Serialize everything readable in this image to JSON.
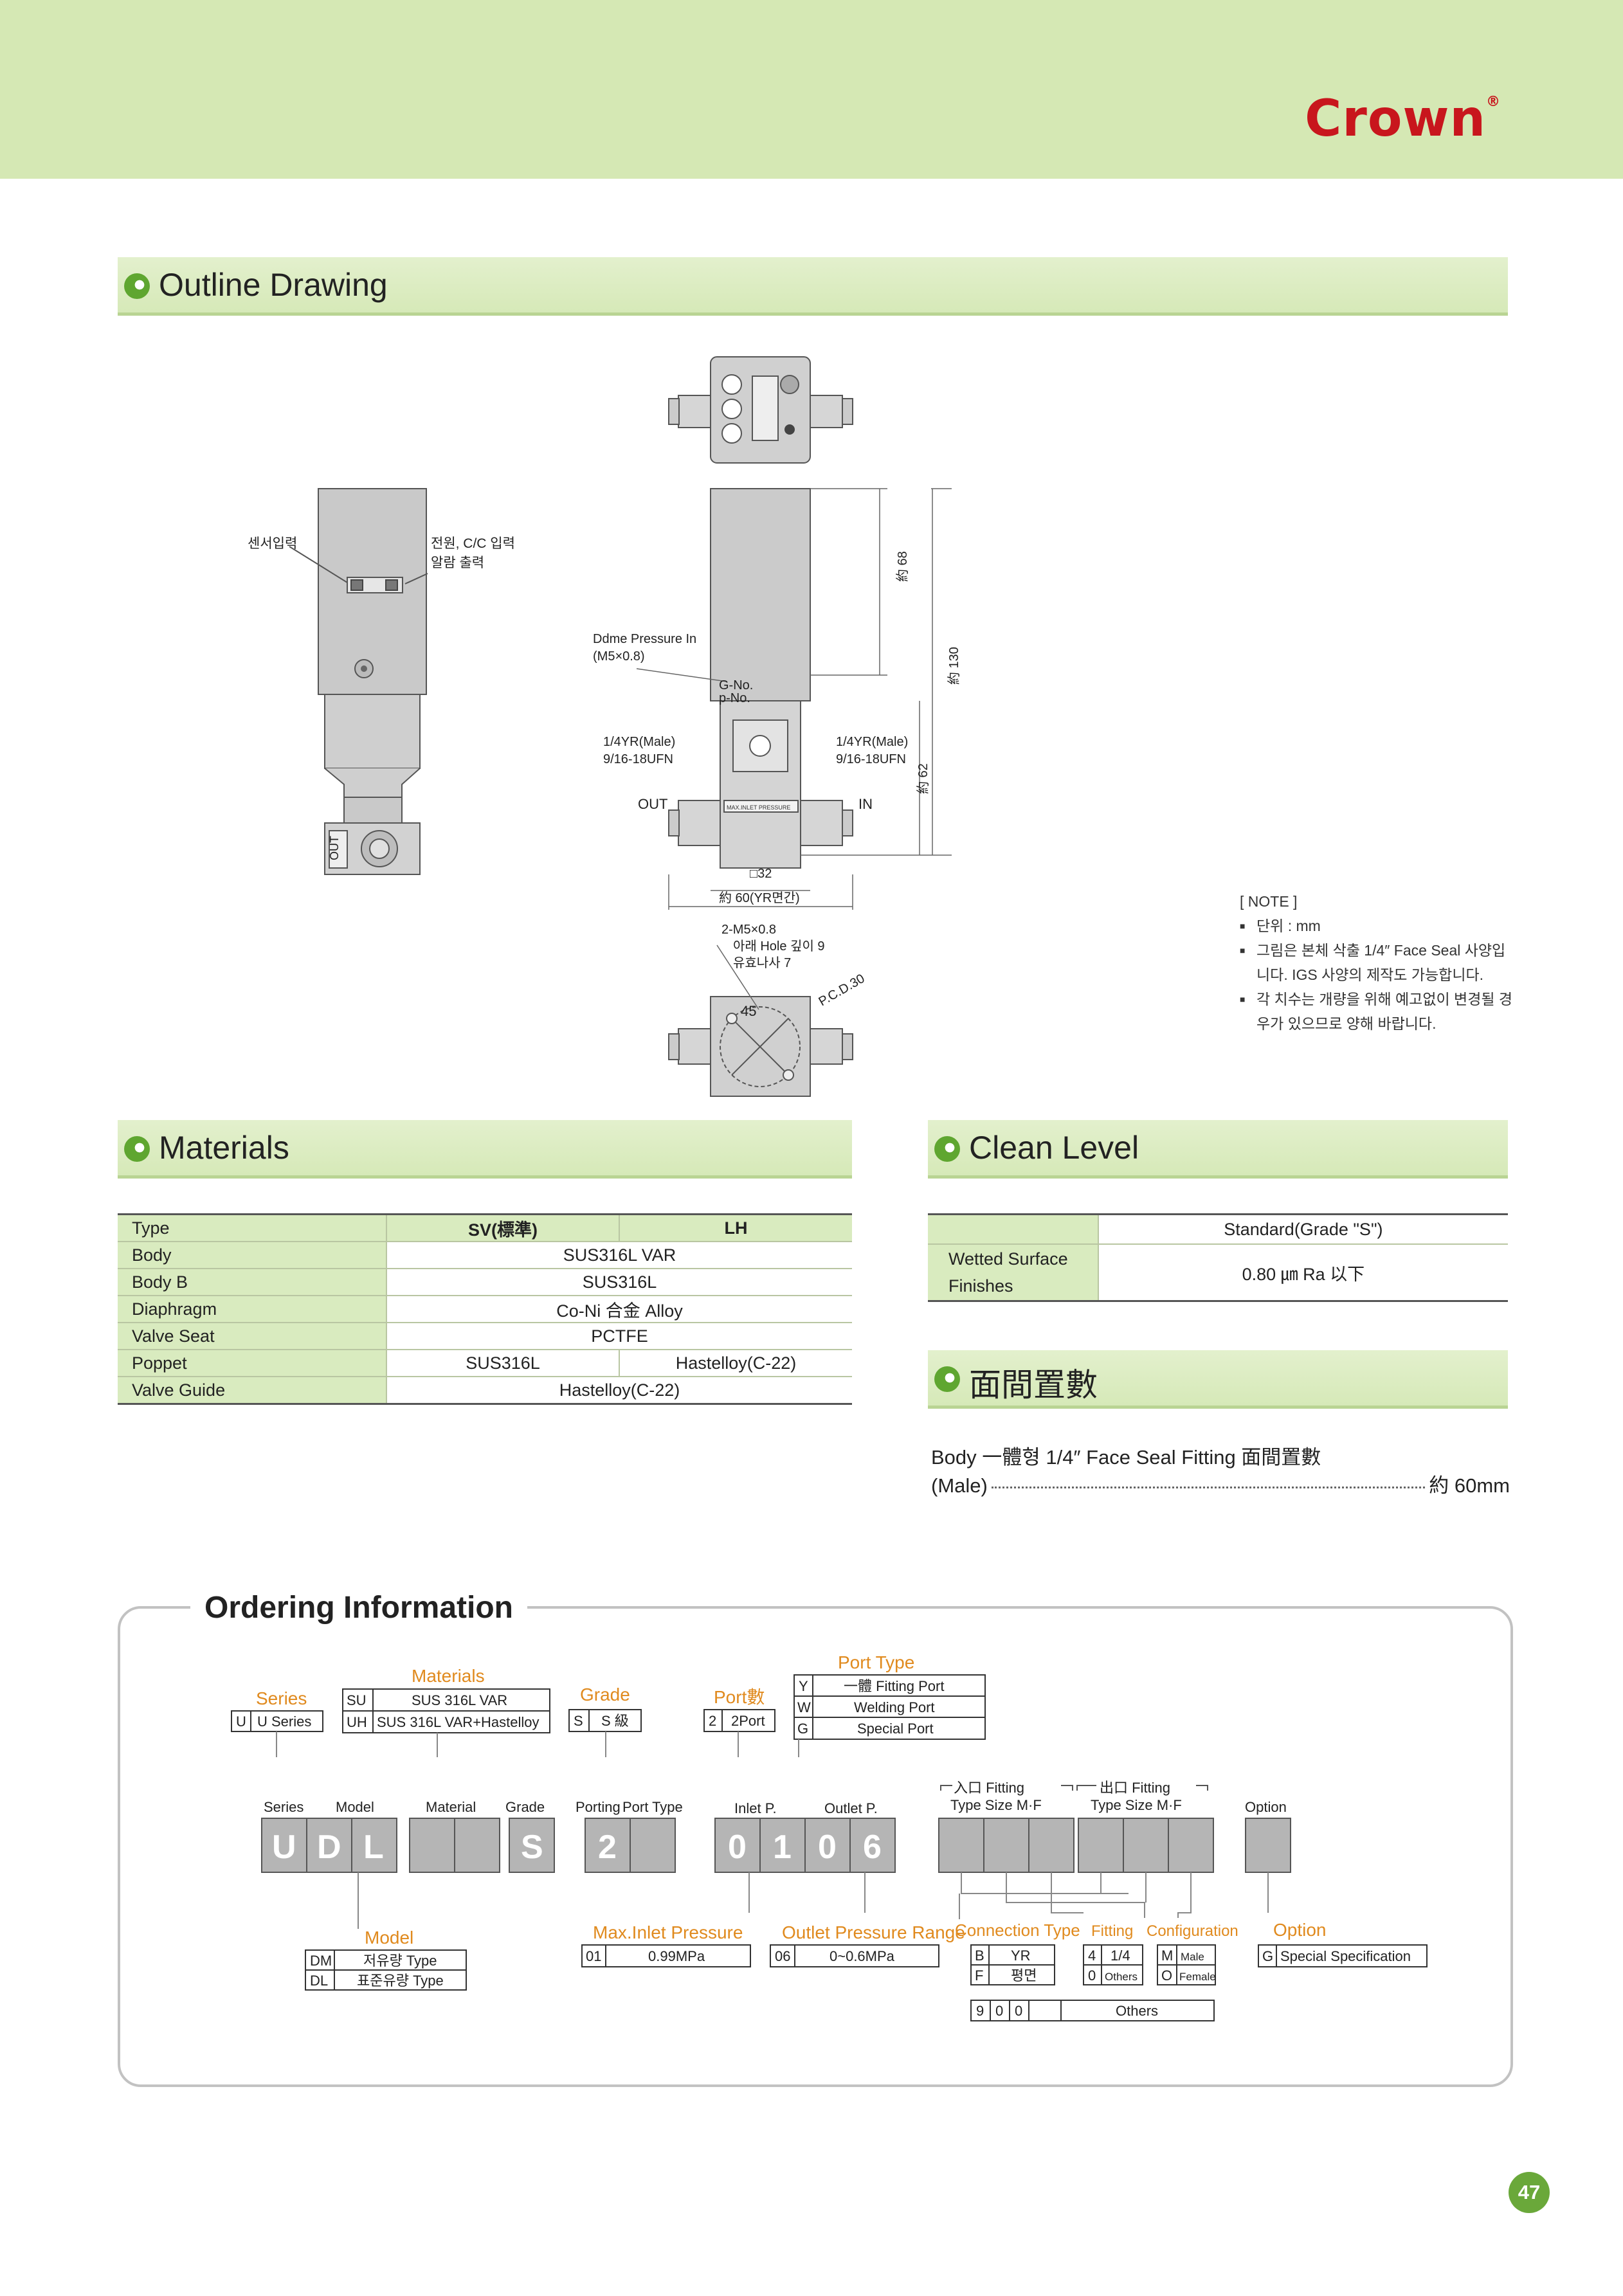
{
  "brand": {
    "name": "Crown",
    "registered": "®"
  },
  "sections": {
    "outline": "Outline Drawing",
    "materials": "Materials",
    "clean": "Clean Level",
    "f2f": "面間置數",
    "ordering": "Ordering Information"
  },
  "drawing": {
    "sensor_input": "센서입력",
    "power_cc_input": "전원, C/C 입력",
    "alarm_output": "알람 출력",
    "out_tag": "OUT",
    "dome_pressure": "Ddme Pressure In",
    "dome_thread": "(M5×0.8)",
    "g_no": "G-No.",
    "p_no": "p-No.",
    "left_fit1": "1/4YR(Male)",
    "left_fit2": "9/16-18UFN",
    "right_fit1": "1/4YR(Male)",
    "right_fit2": "9/16-18UFN",
    "out_label": "OUT",
    "in_label": "IN",
    "max_inlet_label": "MAX.INLET PRESSURE",
    "dim_68": "約 68",
    "dim_130": "約 130",
    "dim_62": "約 62",
    "dim_32": "□32",
    "dim_60": "約 60(YR면간)",
    "bot_1": "2-M5×0.8",
    "bot_2": "아래 Hole 깊이 9",
    "bot_3": "유효나사 7",
    "pcd": "P.C.D.30",
    "angle": "45"
  },
  "note": {
    "title": "[ NOTE ]",
    "items": [
      "단위 : mm",
      "그림은 본체 삭출 1/4″ Face Seal 사양입니다. IGS 사양의 제작도 가능합니다.",
      "각 치수는 개량을 위해 예고없이 변경될 경우가 있으므로 양해 바랍니다."
    ]
  },
  "materials": {
    "header": {
      "label": "Type",
      "sv": "SV(標準)",
      "lh": "LH"
    },
    "rows": [
      {
        "label": "Body",
        "value": "SUS316L VAR"
      },
      {
        "label": "Body B",
        "value": "SUS316L"
      },
      {
        "label": "Diaphragm",
        "value": "Co-Ni 合金 Alloy"
      },
      {
        "label": "Valve Seat",
        "value": "PCTFE"
      },
      {
        "label": "Poppet",
        "sv": "SUS316L",
        "lh": "Hastelloy(C-22)"
      },
      {
        "label": "Valve Guide",
        "value": "Hastelloy(C-22)"
      }
    ]
  },
  "clean": {
    "header": "Standard(Grade \"S\")",
    "label1": "Wetted Surface",
    "label2": "Finishes",
    "value": "0.80 ㎛ Ra 以下"
  },
  "f2f": {
    "line1": "Body 一體형 1/4″ Face Seal Fitting 面間置數",
    "line2_left": "(Male)",
    "line2_right": "約 60mm"
  },
  "order": {
    "series_title": "Series",
    "series_code": "U",
    "series_desc": "U Series",
    "materials_title": "Materials",
    "mat_rows": [
      {
        "code": "SU",
        "desc": "SUS 316L VAR"
      },
      {
        "code": "UH",
        "desc": "SUS 316L VAR+Hastelloy"
      }
    ],
    "grade_title": "Grade",
    "grade_code": "S",
    "grade_desc": "S 級",
    "port_title": "Port數",
    "port_code": "2",
    "port_desc": "2Port",
    "porttype_title": "Port Type",
    "porttype_rows": [
      {
        "code": "Y",
        "desc": "一體 Fitting Port"
      },
      {
        "code": "W",
        "desc": "Welding Port"
      },
      {
        "code": "G",
        "desc": "Special Port"
      }
    ],
    "labels": {
      "series": "Series",
      "model": "Model",
      "material": "Material",
      "grade": "Grade",
      "porting": "Porting",
      "porttype": "Port Type",
      "inlet": "Inlet P.",
      "outlet": "Outlet P.",
      "in_fit1": "入口 Fitting",
      "in_fit2": "Type Size M·F",
      "out_fit1": "出口 Fitting",
      "out_fit2": "Type Size M·F",
      "option": "Option"
    },
    "boxes": [
      "U",
      "D",
      "L",
      "S",
      "2",
      "0",
      "1",
      "0",
      "6"
    ],
    "model_title": "Model",
    "model_rows": [
      {
        "code": "DM",
        "desc": "저유량 Type"
      },
      {
        "code": "DL",
        "desc": "표준유량 Type"
      }
    ],
    "maxin_title": "Max.Inlet Pressure",
    "maxin_code": "01",
    "maxin_desc": "0.99MPa",
    "outrange_title": "Outlet Pressure Range",
    "outrange_code": "06",
    "outrange_desc": "0~0.6MPa",
    "conn_title": "Connection Type",
    "conn_rows": [
      {
        "code": "B",
        "desc": "YR"
      },
      {
        "code": "F",
        "desc": "평면"
      }
    ],
    "conn_other": {
      "c1": "9",
      "c2": "0",
      "c3": "0",
      "desc": "Others"
    },
    "fitting_title": "Fitting",
    "fitting_rows": [
      {
        "code": "4",
        "desc": "1/4"
      },
      {
        "code": "0",
        "desc": "Others"
      }
    ],
    "config_title": "Configuration",
    "config_rows": [
      {
        "code": "M",
        "desc": "Male"
      },
      {
        "code": "O",
        "desc": "Female"
      }
    ],
    "option_title": "Option",
    "option_code": "G",
    "option_desc": "Special Specification"
  },
  "page": {
    "number": "47"
  },
  "colors": {
    "band": "#d5e8b4",
    "accent": "#5fa630",
    "brand": "#c8161d",
    "orange": "#e08a1e",
    "box": "#b5b5b5"
  }
}
